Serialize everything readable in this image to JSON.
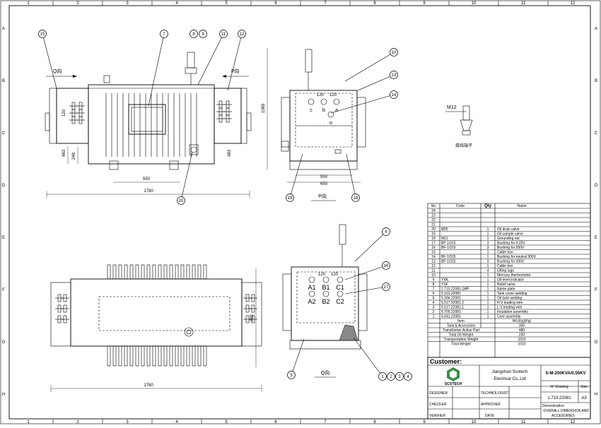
{
  "frame": {
    "col_labels": [
      "1",
      "2",
      "3",
      "4",
      "5",
      "6",
      "7",
      "8",
      "9",
      "10",
      "11",
      "12"
    ],
    "row_labels": [
      "A",
      "B",
      "C",
      "D",
      "E",
      "F",
      "G",
      "H"
    ]
  },
  "front_view": {
    "dims": {
      "height_120": "120",
      "height_483": "483",
      "height_248": "248",
      "width_550": "550",
      "width_1780": "1780"
    },
    "view_q": "Q向",
    "view_p": "P向",
    "callouts": [
      "15",
      "7",
      "8",
      "9",
      "11",
      "12",
      "20"
    ]
  },
  "side_view_top": {
    "dims": {
      "height_1065": "1065",
      "width_550": "550",
      "width_650": "650",
      "spacing_120a": "120",
      "spacing_120b": "120"
    },
    "bushings": [
      "c",
      "b",
      "a",
      "o"
    ],
    "view_label": "P向",
    "callouts": [
      "10",
      "13",
      "14",
      "19",
      "18"
    ]
  },
  "terminal_detail": {
    "label": "M12",
    "caption": "接线端子"
  },
  "plan_view": {
    "dims": {
      "width_1780": "1780",
      "height_902": "902"
    },
    "view_label": "Q向",
    "callouts": [
      "5"
    ]
  },
  "side_view_bottom": {
    "bushings": [
      "A1",
      "B1",
      "C1",
      "A2",
      "B2",
      "C2"
    ],
    "spacing": [
      "120",
      "120"
    ],
    "callouts": [
      "6",
      "16",
      "17",
      "1",
      "2",
      "3",
      "4"
    ]
  },
  "parts_table": {
    "headers": {
      "no": "No",
      "code": "Code",
      "qty": "Qty",
      "name": "Name"
    },
    "rows": [
      {
        "no": "24",
        "code": "",
        "qty": "",
        "name": ""
      },
      {
        "no": "23",
        "code": "",
        "qty": "",
        "name": ""
      },
      {
        "no": "22",
        "code": "",
        "qty": "",
        "name": ""
      },
      {
        "no": "21",
        "code": "",
        "qty": "",
        "name": ""
      },
      {
        "no": "20",
        "code": "Ø25",
        "qty": "1",
        "name": "Oil drain valve"
      },
      {
        "no": "19",
        "code": "",
        "qty": "1",
        "name": "Oil sample valve"
      },
      {
        "no": "18",
        "code": "M12",
        "qty": "1",
        "name": "Grounding nut"
      },
      {
        "no": "17",
        "code": "BF-1/315",
        "qty": "3",
        "name": "Bushing for 0.25V"
      },
      {
        "no": "16",
        "code": "BF-1/315",
        "qty": "3",
        "name": "Bushing for 550V"
      },
      {
        "no": "15",
        "code": "",
        "qty": "1",
        "name": "Cable box"
      },
      {
        "no": "14",
        "code": "BF-1/315",
        "qty": "1",
        "name": "Bushing for neutral 300V"
      },
      {
        "no": "13",
        "code": "BF-1/315",
        "qty": "3",
        "name": "Bushing for 300V"
      },
      {
        "no": "12",
        "code": "",
        "qty": "1",
        "name": "Cable box"
      },
      {
        "no": "11",
        "code": "",
        "qty": "4",
        "name": "Lifting lugs"
      },
      {
        "no": "10",
        "code": "",
        "qty": "1",
        "name": "Mercury thermometer"
      },
      {
        "no": "9",
        "code": "YWL",
        "qty": "1",
        "name": "Oil level indicator"
      },
      {
        "no": "8",
        "code": "YSF",
        "qty": "1",
        "name": "Relief valve"
      },
      {
        "no": "7",
        "code": "1.710.22081.1MP",
        "qty": "1",
        "name": "Name plate"
      },
      {
        "no": "6",
        "code": "5.312.22081",
        "qty": "1",
        "name": "Tank cover welding"
      },
      {
        "no": "5",
        "code": "5.394.22081",
        "qty": "1",
        "name": "Oil tank welding"
      },
      {
        "no": "4",
        "code": "5.517.22081.2",
        "qty": "1",
        "name": "H.V leading wire"
      },
      {
        "no": "3",
        "code": "5.517.22081.1",
        "qty": "1",
        "name": "L.V leading wire"
      },
      {
        "no": "2",
        "code": "5.700.22081",
        "qty": "1",
        "name": "Insulation assembly"
      },
      {
        "no": "1",
        "code": "5.641.22081",
        "qty": "1",
        "name": "Core assembly"
      }
    ],
    "weight_header": {
      "item": "Item",
      "weight": "Wt.(Kg)(Kg)"
    },
    "weights": [
      {
        "item": "Tank & Accesories",
        "value": "300"
      },
      {
        "item": "Transformer Active Part",
        "value": "480"
      },
      {
        "item": "Total Oil Weight",
        "value": "230"
      },
      {
        "item": "Transportation Weight",
        "value": "1010"
      },
      {
        "item": "Total Weight",
        "value": "1010"
      }
    ]
  },
  "title_block": {
    "customer_label": "Customer:",
    "logo_text": "SCOTECH",
    "company_line1": "Jiangshan Scotech",
    "company_line2": "Electrical Co.,Ltd",
    "model": "S-M-200KVA/0.55KV",
    "drawing_label": "N° Drawing",
    "size_label": "Size",
    "drawing_no": "1.710.22081",
    "size": "A3",
    "designer": "DESIGNER",
    "technologist": "TECHNOLOGIST",
    "checker": "CHECKER",
    "approver": "APPROVER",
    "verifier": "VERIFIER",
    "date": "DATE",
    "denomination_label": "Denomination",
    "denomination_line1": "-OVERALL DIMENSION AND",
    "denomination_line2": "ACCESORIES"
  }
}
